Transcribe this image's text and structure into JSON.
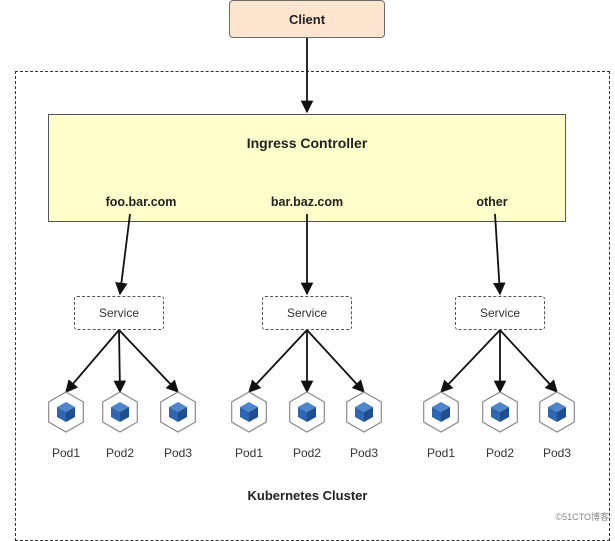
{
  "client": {
    "label": "Client"
  },
  "ingress": {
    "title": "Ingress Controller",
    "hosts": [
      "foo.bar.com",
      "bar.baz.com",
      "other"
    ]
  },
  "services": [
    {
      "label": "Service",
      "pods": [
        "Pod1",
        "Pod2",
        "Pod3"
      ]
    },
    {
      "label": "Service",
      "pods": [
        "Pod1",
        "Pod2",
        "Pod3"
      ]
    },
    {
      "label": "Service",
      "pods": [
        "Pod1",
        "Pod2",
        "Pod3"
      ]
    }
  ],
  "cluster": {
    "label": "Kubernetes Cluster"
  },
  "watermark": "©51CTO博客",
  "colors": {
    "client_fill": "#fce4cf",
    "ingress_fill": "#ffffcc",
    "pod_blue": "#2d67b3"
  },
  "icons": {
    "pod": "cube-icon"
  }
}
